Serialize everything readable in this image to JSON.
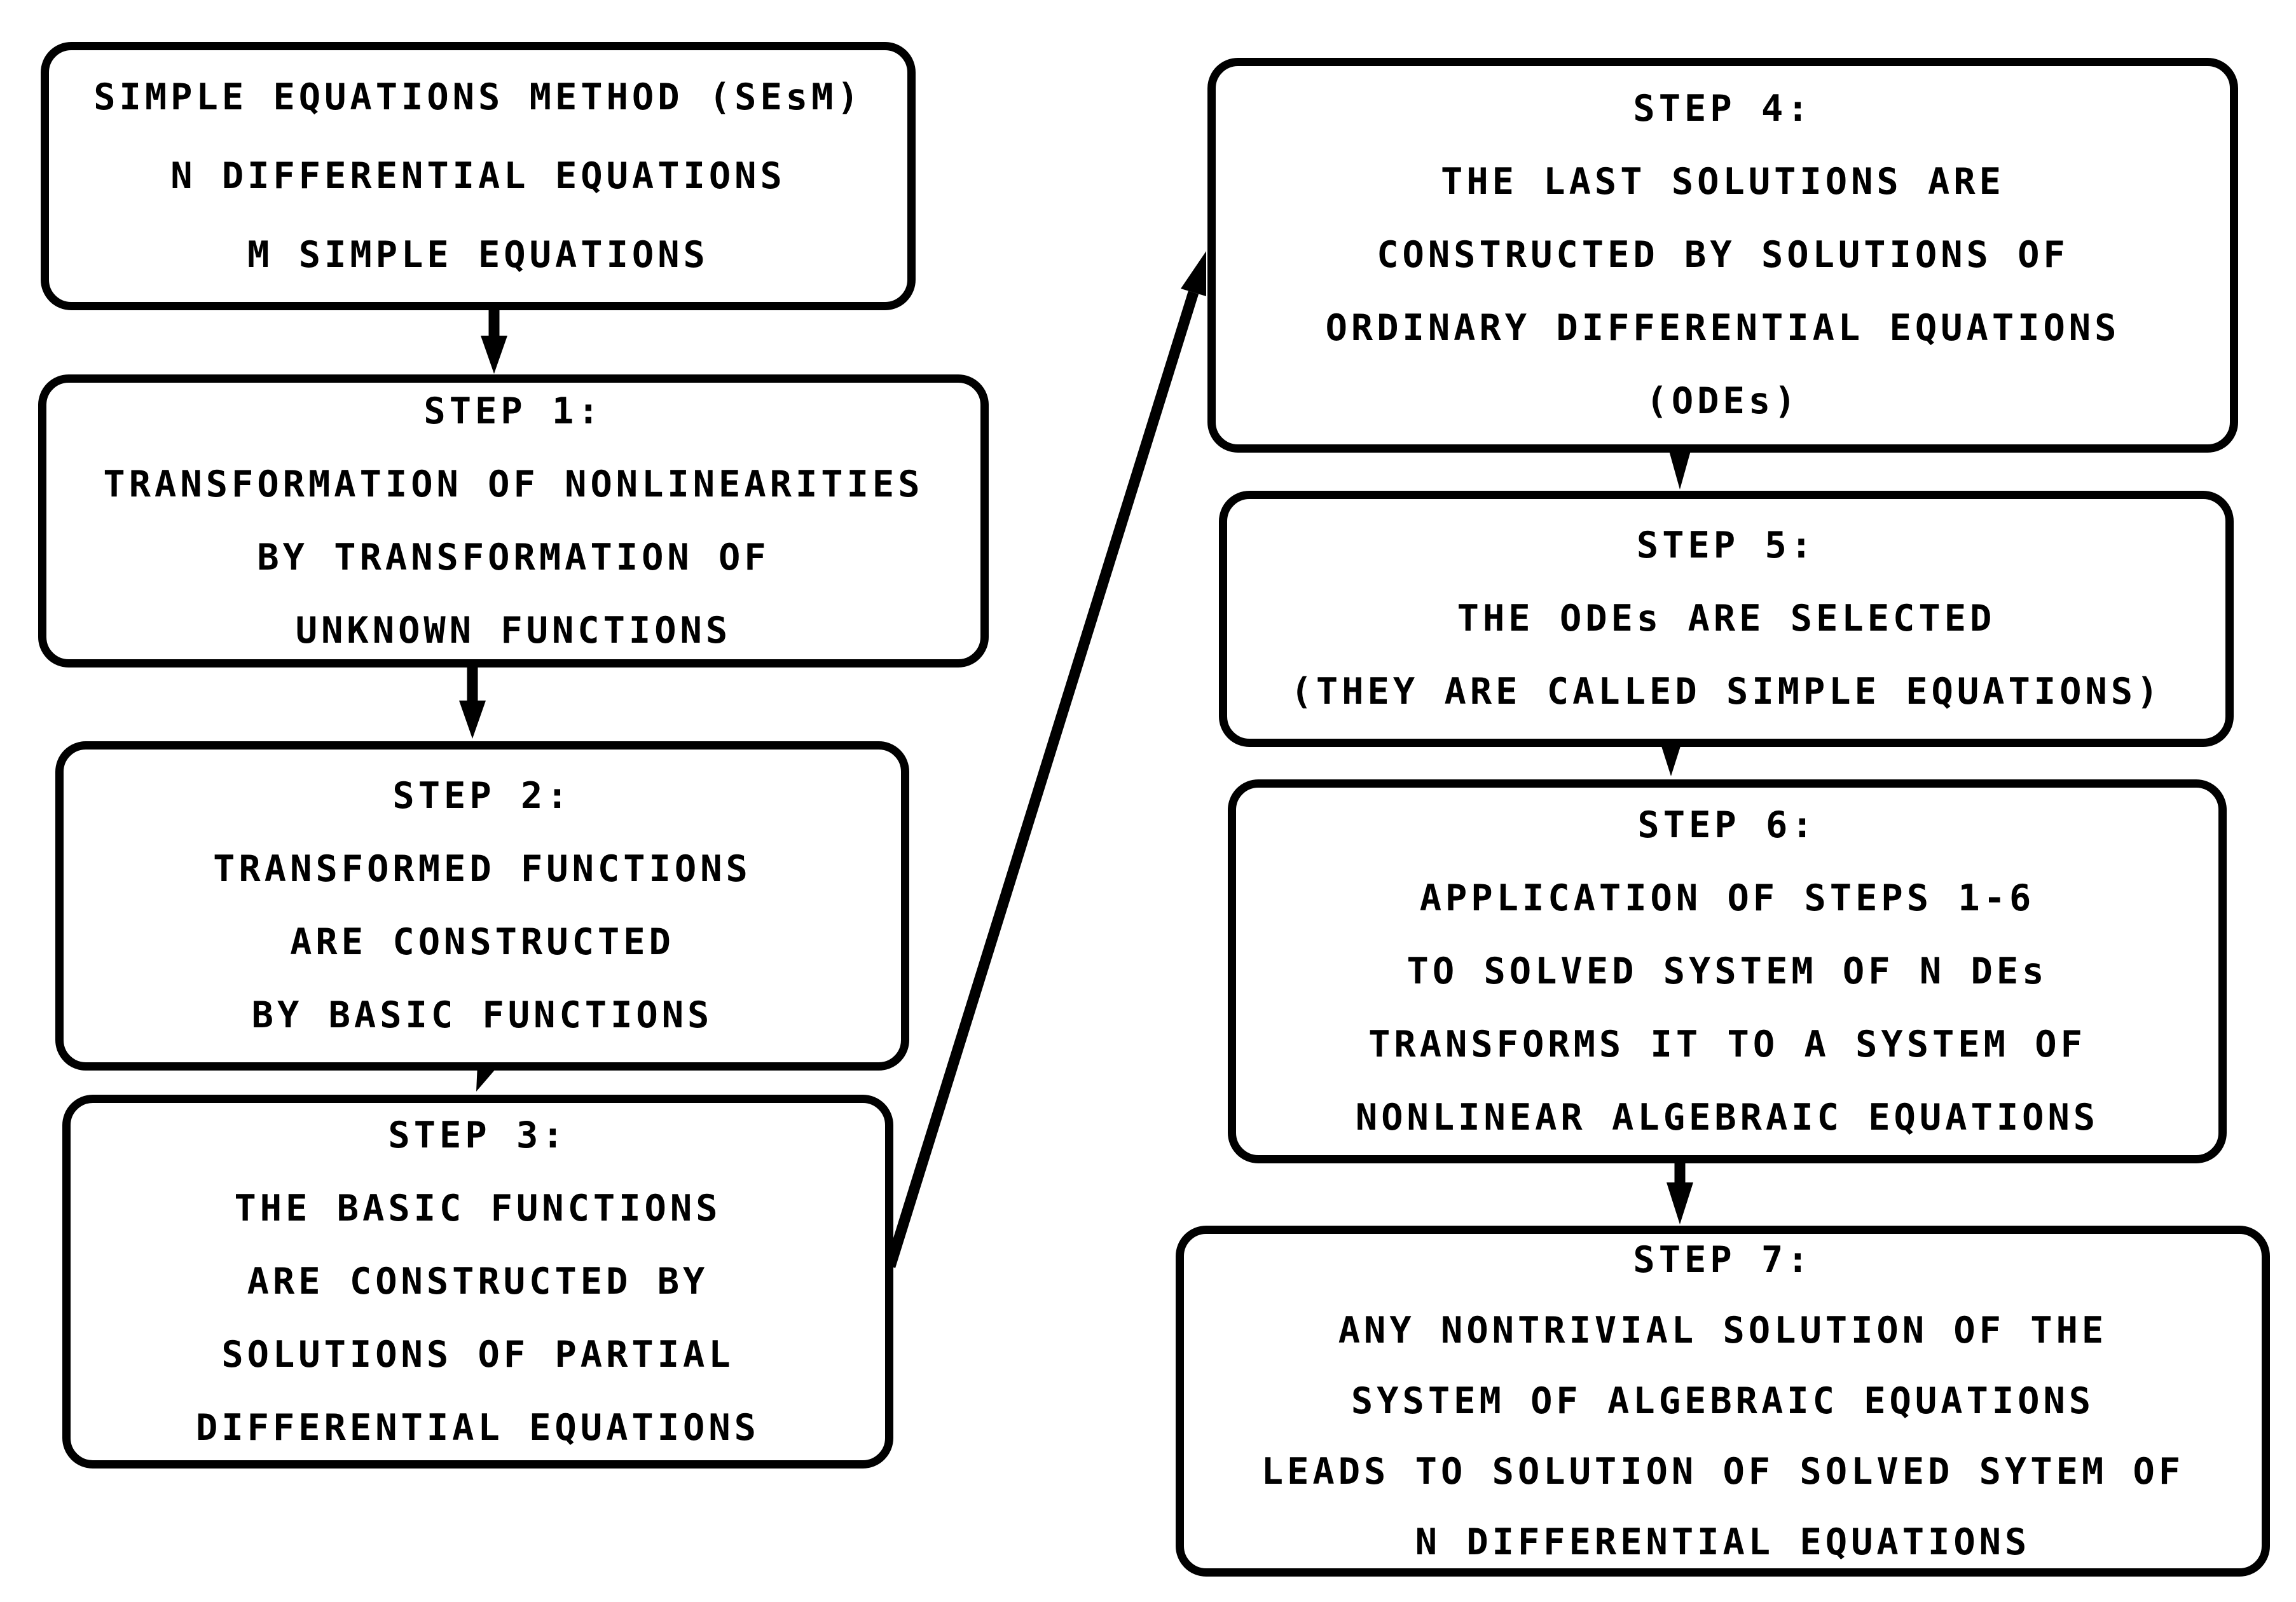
{
  "canvas": {
    "background": "#ffffff",
    "ink": "#000000"
  },
  "diagram": {
    "boxes": [
      {
        "id": "sesm-header",
        "lines": [
          "SIMPLE EQUATIONS METHOD (SEsM)",
          "N DIFFERENTIAL EQUATIONS",
          "M SIMPLE EQUATIONS"
        ]
      },
      {
        "id": "step1",
        "lines": [
          "STEP 1:",
          "TRANSFORMATION OF NONLINEARITIES",
          "BY TRANSFORMATION OF",
          "UNKNOWN FUNCTIONS"
        ]
      },
      {
        "id": "step2",
        "lines": [
          "STEP 2:",
          "TRANSFORMED FUNCTIONS",
          "ARE CONSTRUCTED",
          "BY BASIC FUNCTIONS"
        ]
      },
      {
        "id": "step3",
        "lines": [
          "STEP 3:",
          "THE BASIC FUNCTIONS",
          "ARE CONSTRUCTED BY",
          "SOLUTIONS OF PARTIAL",
          "DIFFERENTIAL EQUATIONS"
        ]
      },
      {
        "id": "step4",
        "lines": [
          "STEP 4:",
          "THE LAST SOLUTIONS ARE",
          "CONSTRUCTED BY SOLUTIONS OF",
          "ORDINARY DIFFERENTIAL EQUATIONS",
          "(ODEs)"
        ]
      },
      {
        "id": "step5",
        "lines": [
          "STEP 5:",
          "THE ODEs ARE SELECTED",
          "(THEY ARE CALLED SIMPLE EQUATIONS)"
        ]
      },
      {
        "id": "step6",
        "lines": [
          "STEP 6:",
          "APPLICATION OF STEPS 1-6",
          "TO SOLVED SYSTEM OF N DEs",
          "TRANSFORMS IT TO A SYSTEM OF",
          "NONLINEAR ALGEBRAIC EQUATIONS"
        ]
      },
      {
        "id": "step7",
        "lines": [
          "STEP 7:",
          "ANY NONTRIVIAL SOLUTION OF THE",
          "SYSTEM OF ALGEBRAIC EQUATIONS",
          "LEADS TO SOLUTION OF SOLVED SYTEM OF",
          "N DIFFERENTIAL EQUATIONS"
        ]
      }
    ],
    "connections": [
      {
        "from": "sesm-header",
        "to": "step1"
      },
      {
        "from": "step1",
        "to": "step2"
      },
      {
        "from": "step2",
        "to": "step3"
      },
      {
        "from": "step3",
        "to": "step4"
      },
      {
        "from": "step4",
        "to": "step5"
      },
      {
        "from": "step5",
        "to": "step6"
      },
      {
        "from": "step6",
        "to": "step7"
      }
    ]
  }
}
